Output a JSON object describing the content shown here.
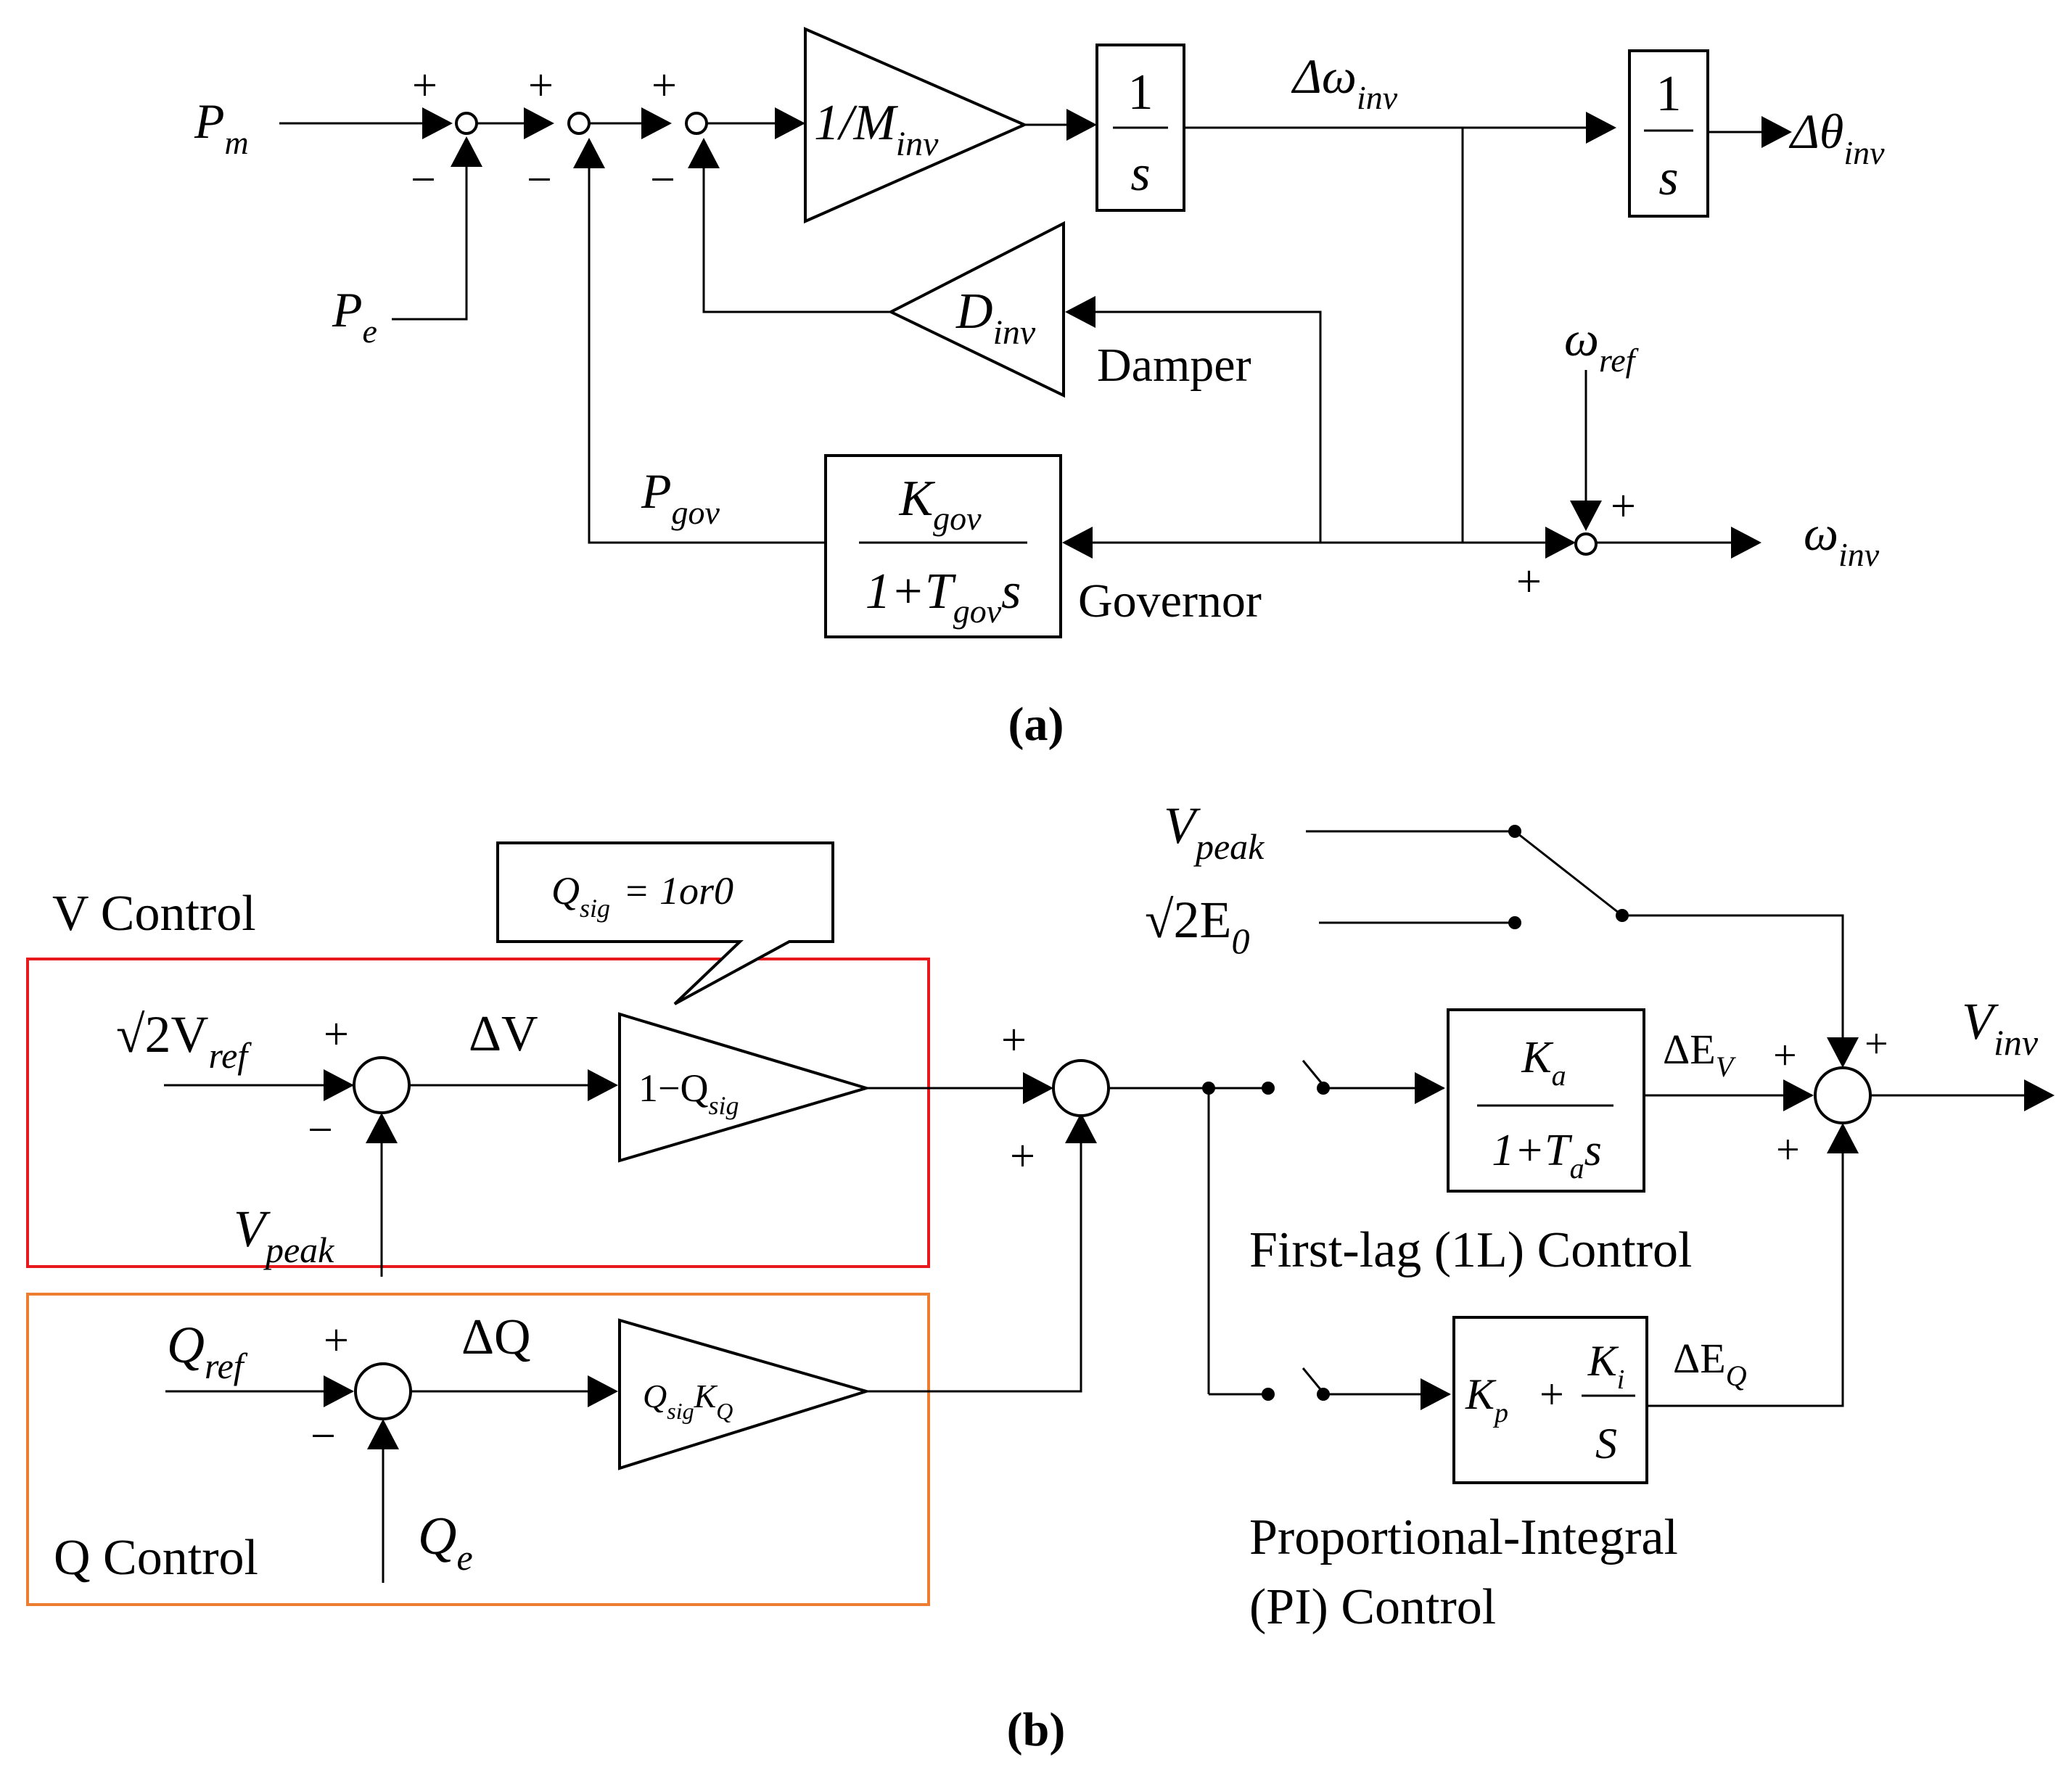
{
  "panel_a": {
    "caption": "(a)",
    "inputs": {
      "pm": {
        "sym": "P",
        "sub": "m"
      },
      "pe": {
        "sym": "P",
        "sub": "e"
      },
      "pgov": {
        "sym": "P",
        "sub": "gov"
      },
      "wref": {
        "sym": "ω",
        "sub": "ref"
      }
    },
    "signs": {
      "plus": "+",
      "minus": "−"
    },
    "inertia_gain": {
      "main": "1/M",
      "sub": "inv"
    },
    "integrator": {
      "num": "1",
      "den": "s"
    },
    "delta_omega": {
      "pre": "Δ",
      "sym": "ω",
      "sub": "inv"
    },
    "delta_theta": {
      "pre": "Δ",
      "sym": "θ",
      "sub": "inv"
    },
    "damper": {
      "sym": "D",
      "sub": "inv",
      "label": "Damper"
    },
    "governor": {
      "num": "K",
      "num_sub": "gov",
      "den_a": "1+T",
      "den_sub": "gov",
      "den_b": "s",
      "label": "Governor"
    },
    "omega_out": {
      "sym": "ω",
      "sub": "inv"
    }
  },
  "panel_b": {
    "caption": "(b)",
    "v_control_label": "V Control",
    "q_control_label": "Q Control",
    "callout": "Q_sig = 1or0",
    "callout_parts": {
      "sym": "Q",
      "sub": "sig",
      "rest": "= 1or0"
    },
    "v_ref": {
      "pre": "√2V",
      "sub": "ref"
    },
    "v_peak": {
      "sym": "V",
      "sub": "peak"
    },
    "delta_v": "ΔV",
    "gain_v": {
      "pre": "1−Q",
      "sub": "sig"
    },
    "q_ref": {
      "sym": "Q",
      "sub": "ref"
    },
    "q_e": {
      "sym": "Q",
      "sub": "e"
    },
    "delta_q": "ΔQ",
    "gain_q": {
      "a": "Q",
      "a_sub": "sig",
      "b": "K",
      "b_sub": "Q"
    },
    "switch_vpeak": {
      "sym": "V",
      "sub": "peak"
    },
    "switch_e0": {
      "pre": "√2E",
      "sub": "0"
    },
    "first_lag": {
      "num": "K",
      "num_sub": "a",
      "den_a": "1+T",
      "den_sub": "a",
      "den_b": "s",
      "label": "First-lag (1L) Control"
    },
    "pi": {
      "kp": "K",
      "kp_sub": "p",
      "plus": "+",
      "ki": "K",
      "ki_sub": "i",
      "den": "S",
      "label_line1": "Proportional-Integral",
      "label_line2": "(PI) Control"
    },
    "delta_ev": {
      "pre": "ΔE",
      "sub": "V"
    },
    "delta_eq": {
      "pre": "ΔE",
      "sub": "Q"
    },
    "v_inv": {
      "sym": "V",
      "sub": "inv"
    }
  },
  "colors": {
    "v_box": "#e8191c",
    "q_box": "#ed7d31",
    "line": "#000000"
  }
}
